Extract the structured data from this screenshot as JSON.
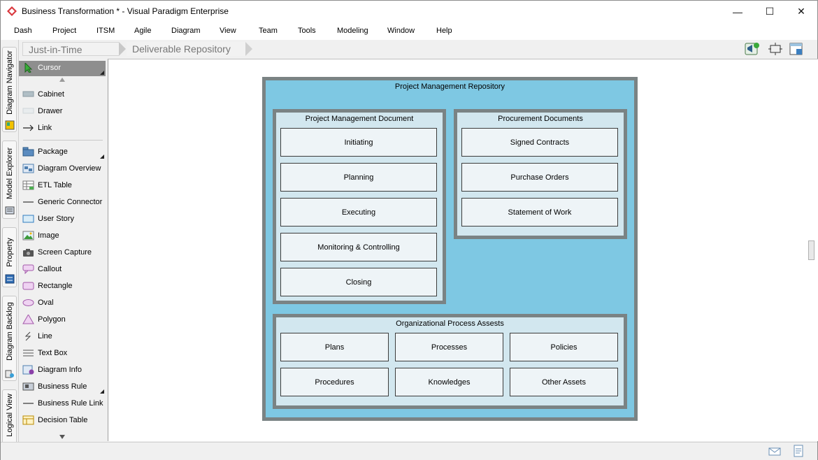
{
  "window": {
    "title": "Business Transformation * - Visual Paradigm Enterprise",
    "controls": {
      "minimize": "—",
      "maximize": "☐",
      "close": "✕"
    }
  },
  "menubar": [
    "Dash",
    "Project",
    "ITSM",
    "Agile",
    "Diagram",
    "View",
    "Team",
    "Tools",
    "Modeling",
    "Window",
    "Help"
  ],
  "breadcrumb": [
    "Just-in-Time PMBOK",
    "Deliverable Repository"
  ],
  "side_tabs": [
    "Diagram Navigator",
    "Model Explorer",
    "Property",
    "Diagram Backlog",
    "Logical View"
  ],
  "palette": {
    "cursor": "Cursor",
    "group1": [
      "Cabinet",
      "Drawer",
      "Link"
    ],
    "group2": [
      "Package",
      "Diagram Overview",
      "ETL Table",
      "Generic Connector",
      "User Story",
      "Image",
      "Screen Capture",
      "Callout",
      "Rectangle",
      "Oval",
      "Polygon",
      "Line",
      "Text Box",
      "Diagram Info",
      "Business Rule",
      "Business Rule Link",
      "Decision Table"
    ]
  },
  "diagram": {
    "repository": "Project Management Repository",
    "pm_document": {
      "title": "Project Management Document",
      "items": [
        "Initiating",
        "Planning",
        "Executing",
        "Monitoring & Controlling",
        "Closing"
      ]
    },
    "procurement": {
      "title": "Procurement Documents",
      "items": [
        "Signed Contracts",
        "Purchase Orders",
        "Statement of Work"
      ]
    },
    "opa": {
      "title": "Organizational Process Assests",
      "items": [
        "Plans",
        "Processes",
        "Policies",
        "Procedures",
        "Knowledges",
        "Other Assets"
      ]
    }
  },
  "colors": {
    "repository_fill": "#7ec8e3",
    "group_fill": "#d2e7ef",
    "border": "#7a8384",
    "item_fill": "#eef4f7"
  }
}
